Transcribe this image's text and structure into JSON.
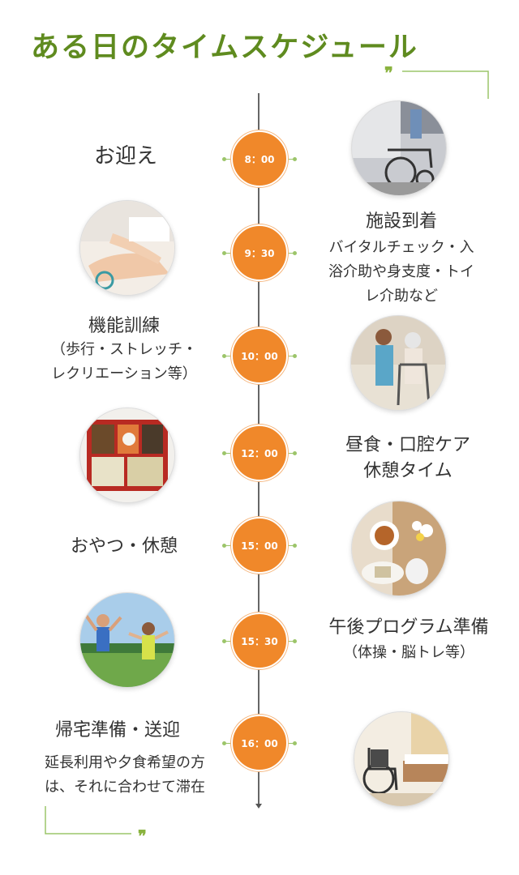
{
  "title": "ある日のタイムスケジュール",
  "quote_mark": "❞",
  "schedule": [
    {
      "time": "8：00",
      "title": "お迎え",
      "desc": []
    },
    {
      "time": "9：30",
      "title": "施設到着",
      "desc": [
        "バイタルチェック・入",
        "浴介助や身支度・トイ",
        "レ介助など"
      ]
    },
    {
      "time": "10：00",
      "title": "機能訓練",
      "desc": [
        "（歩行・ストレッチ・",
        "レクリエーション等）"
      ]
    },
    {
      "time": "12：00",
      "title": "昼食・口腔ケア",
      "desc": [
        "休憩タイム"
      ]
    },
    {
      "time": "15：00",
      "title": "おやつ・休憩",
      "desc": []
    },
    {
      "time": "15：30",
      "title": "午後プログラム準備",
      "desc": [
        "（体操・脳トレ等）"
      ]
    },
    {
      "time": "16：00",
      "title": "帰宅準備・送迎",
      "desc": [
        "延長利用や夕食希望の方",
        "は、それに合わせて滞在"
      ]
    }
  ],
  "colors": {
    "title_green": "#5f8b1f",
    "circle_orange": "#f0882a",
    "accent_green": "#9cc56a"
  },
  "photos": [
    "wheelchair-assist-photo",
    "pulse-check-photo",
    "walker-assist-photo",
    "bento-lunch-photo",
    "tea-snack-photo",
    "stretching-exercise-photo",
    "wheelchair-bed-room-photo"
  ]
}
